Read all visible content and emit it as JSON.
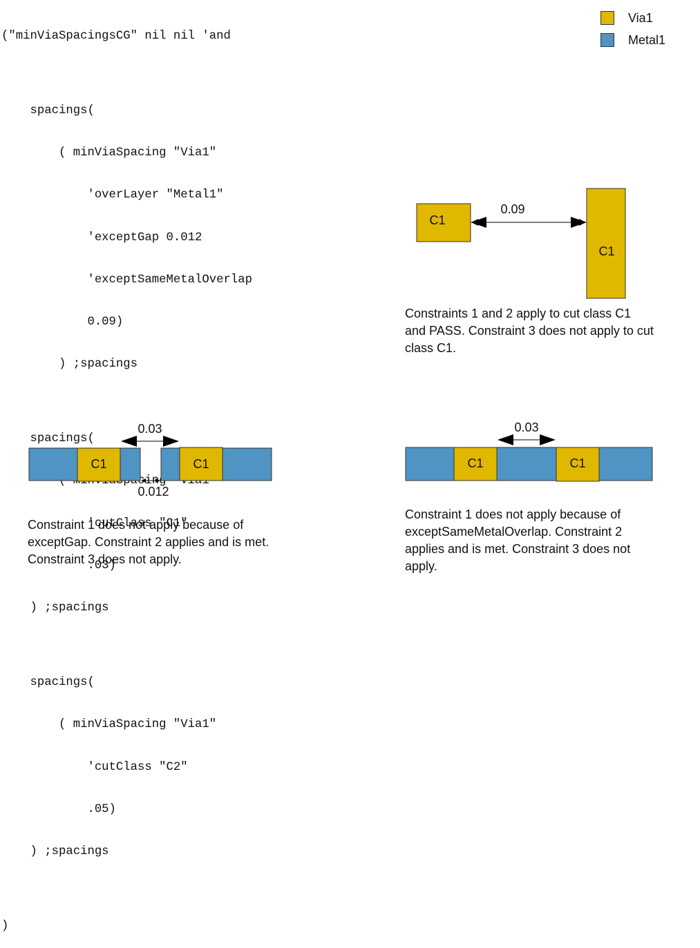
{
  "colors": {
    "via1": "#e0b800",
    "metal1": "#4f94c2",
    "outline": "#333333",
    "arrow": "#000000"
  },
  "code": {
    "header": "(\"minViaSpacingsCG\" nil nil 'and",
    "block1": [
      "    spacings(",
      "        ( minViaSpacing \"Via1\"",
      "            'overLayer \"Metal1\"",
      "            'exceptGap 0.012",
      "            'exceptSameMetalOverlap",
      "            0.09)",
      "        ) ;spacings"
    ],
    "block2": [
      "    spacings(",
      "        ( minViaSpacing \"Via1\"",
      "            'cutClass \"C1\"",
      "            .03)",
      "    ) ;spacings"
    ],
    "block3": [
      "    spacings(",
      "        ( minViaSpacing \"Via1\"",
      "            'cutClass \"C2\"",
      "            .05)",
      "    ) ;spacings"
    ],
    "footer": ")"
  },
  "legend": [
    {
      "label": "Via1",
      "color": "#e0b800"
    },
    {
      "label": "Metal1",
      "color": "#4f94c2"
    }
  ],
  "diagram_top": {
    "left_via_label": "C1",
    "right_via_label": "C1",
    "spacing_label": "0.09",
    "caption": "Constraints 1 and 2 apply to cut class C1 and PASS. Constraint 3 does not apply to cut class C1."
  },
  "diagram_bottom_left": {
    "left_via_label": "C1",
    "right_via_label": "C1",
    "via_spacing_label": "0.03",
    "metal_gap_label": "0.012",
    "caption": "Constraint 1 does not apply because of exceptGap. Constraint 2 applies and is met. Constraint 3 does not apply."
  },
  "diagram_bottom_right": {
    "left_via_label": "C1",
    "right_via_label": "C1",
    "via_spacing_label": "0.03",
    "caption": "Constraint 1 does not apply because of exceptSameMetalOverlap. Constraint 2 applies and is met. Constraint 3 does not apply."
  }
}
